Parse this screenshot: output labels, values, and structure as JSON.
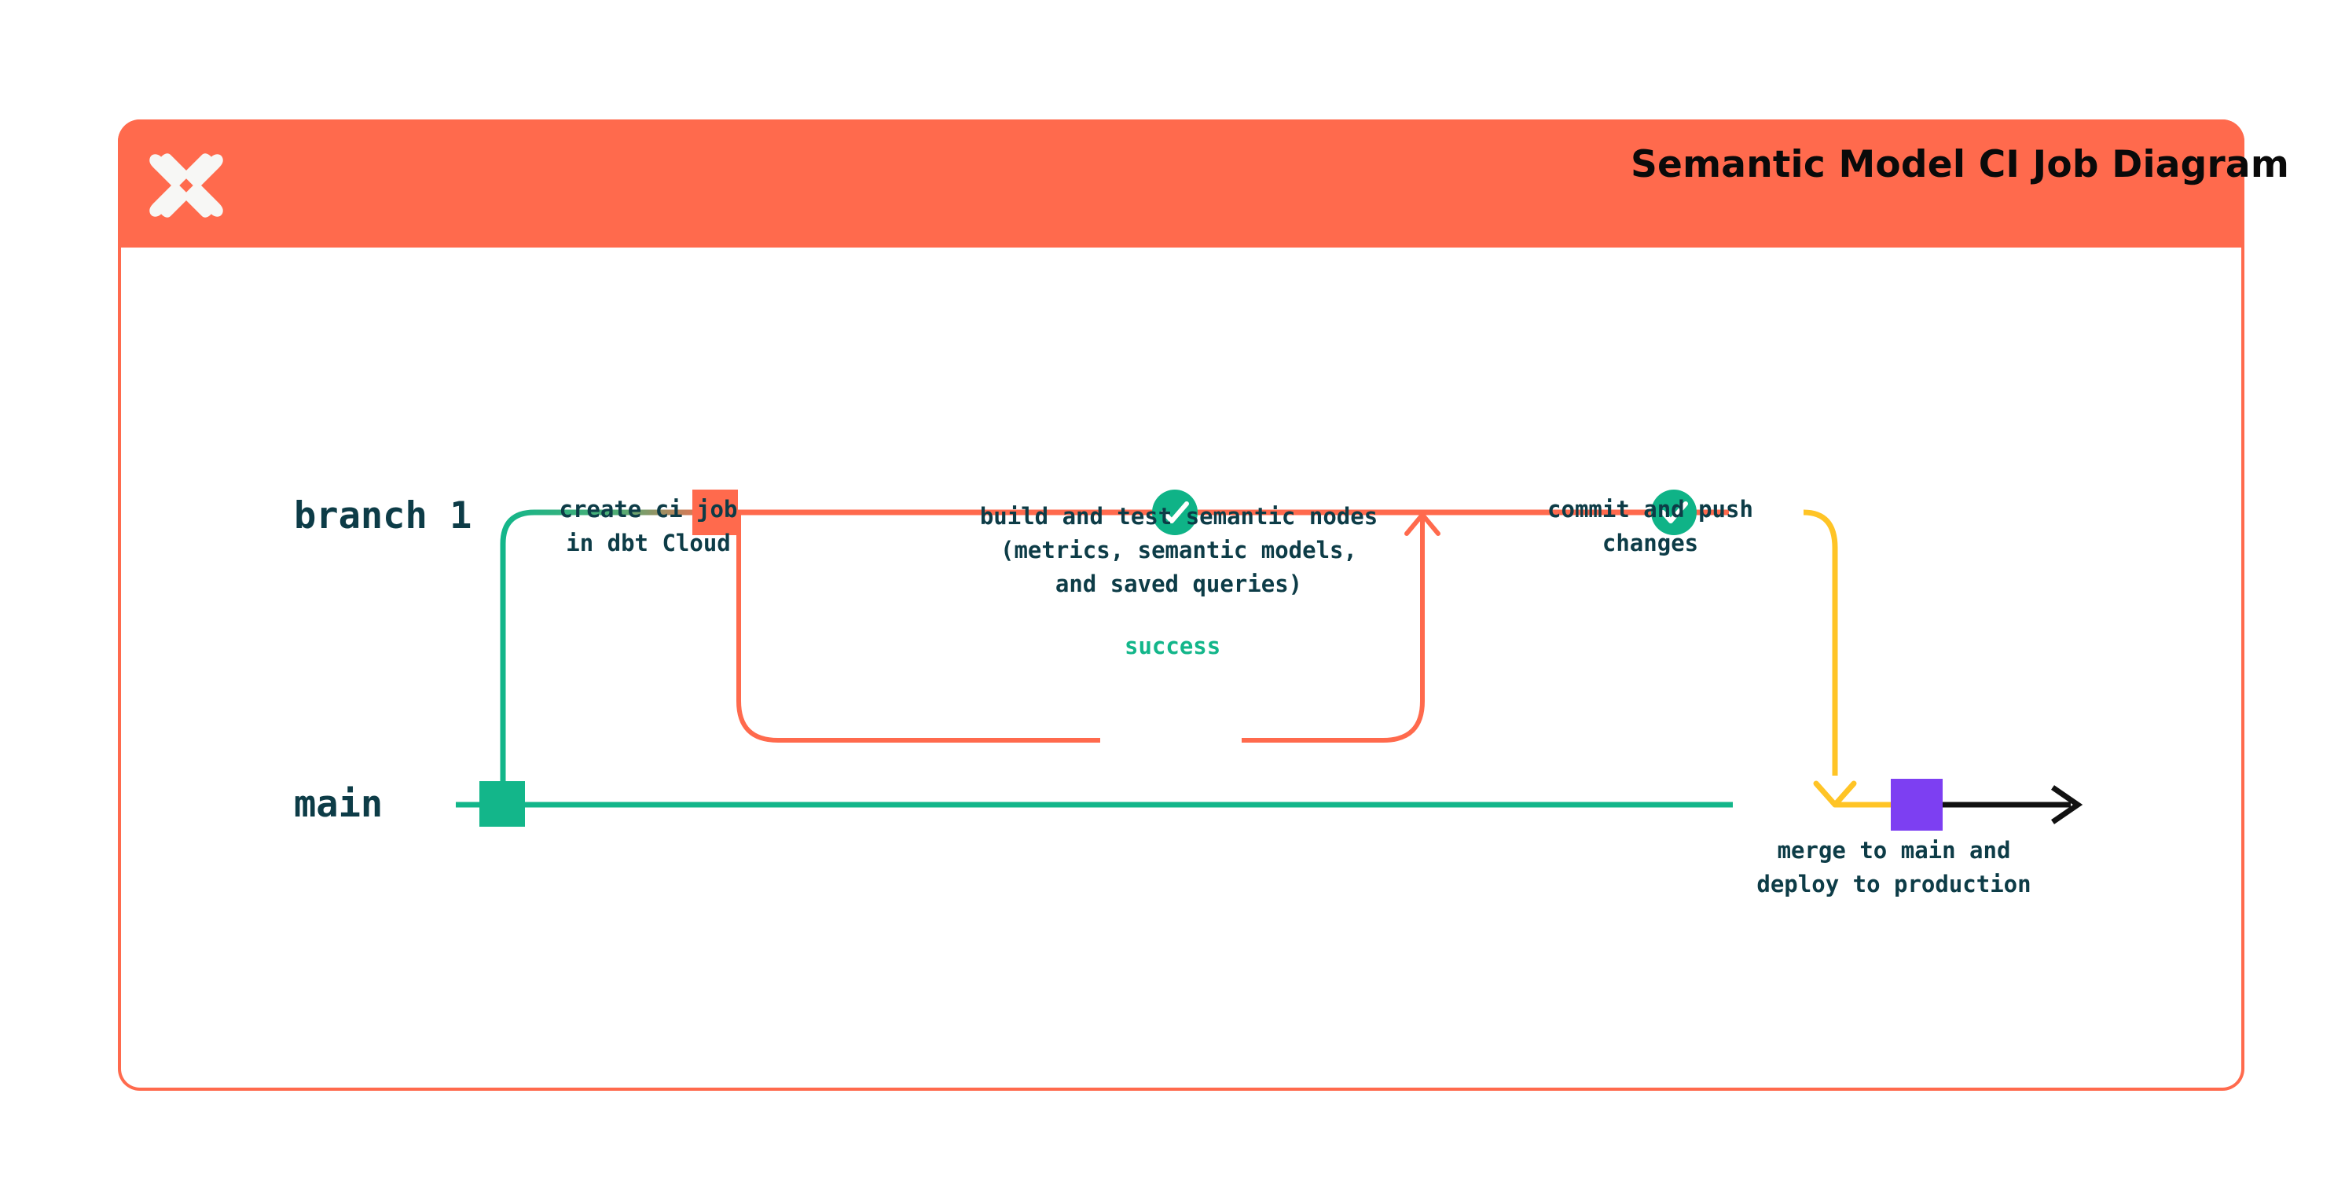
{
  "header": {
    "title": "Semantic Model CI Job Diagram",
    "logo_icon": "dbt-logo-icon",
    "background_color": "#ff6a4d",
    "title_color": "#0a0a0a"
  },
  "card": {
    "border_color": "#ff6a4d",
    "background_color": "#ffffff"
  },
  "diagram": {
    "type": "git-branch-flow",
    "lanes": [
      {
        "id": "branch1",
        "label": "branch 1",
        "label_color": "#0d3c47",
        "line_color": "#ff6a4d"
      },
      {
        "id": "main",
        "label": "main",
        "label_color": "#0d3c47",
        "line_color": "#13b68a"
      }
    ],
    "nodes": [
      {
        "id": "main-start",
        "lane": "main",
        "shape": "square",
        "color": "#13b68a",
        "caption": ""
      },
      {
        "id": "create-ci-job",
        "lane": "branch1",
        "shape": "square",
        "color": "#ff6a4d",
        "caption": "create ci job\nin dbt Cloud"
      },
      {
        "id": "build-and-test",
        "lane": "branch1",
        "shape": "circle-check",
        "color": "#0fb387",
        "icon": "check-icon",
        "caption": "build and test semantic nodes\n(metrics, semantic models,\nand saved queries)"
      },
      {
        "id": "commit-and-push",
        "lane": "branch1",
        "shape": "circle-check",
        "color": "#0fb387",
        "icon": "check-icon",
        "caption": "commit and push\nchanges"
      },
      {
        "id": "merge-to-main",
        "lane": "main",
        "shape": "square",
        "color": "#7d3ff2",
        "caption": "merge to main and\ndeploy to production"
      }
    ],
    "edges": [
      {
        "id": "branch-off",
        "from": "main-start",
        "to": "create-ci-job",
        "color_from": "#13b68a",
        "color_to": "#ff6a4d",
        "label": ""
      },
      {
        "id": "success-loop",
        "from": "build-and-test",
        "to": "build-and-test",
        "color": "#ff6a4d",
        "label": "success",
        "label_color": "#13b68a"
      },
      {
        "id": "merge-down",
        "from": "commit-and-push",
        "to": "merge-to-main",
        "color": "#ffc426",
        "label": ""
      },
      {
        "id": "main-continue",
        "from": "merge-to-main",
        "to": "end",
        "color": "#111111",
        "label": ""
      }
    ]
  }
}
